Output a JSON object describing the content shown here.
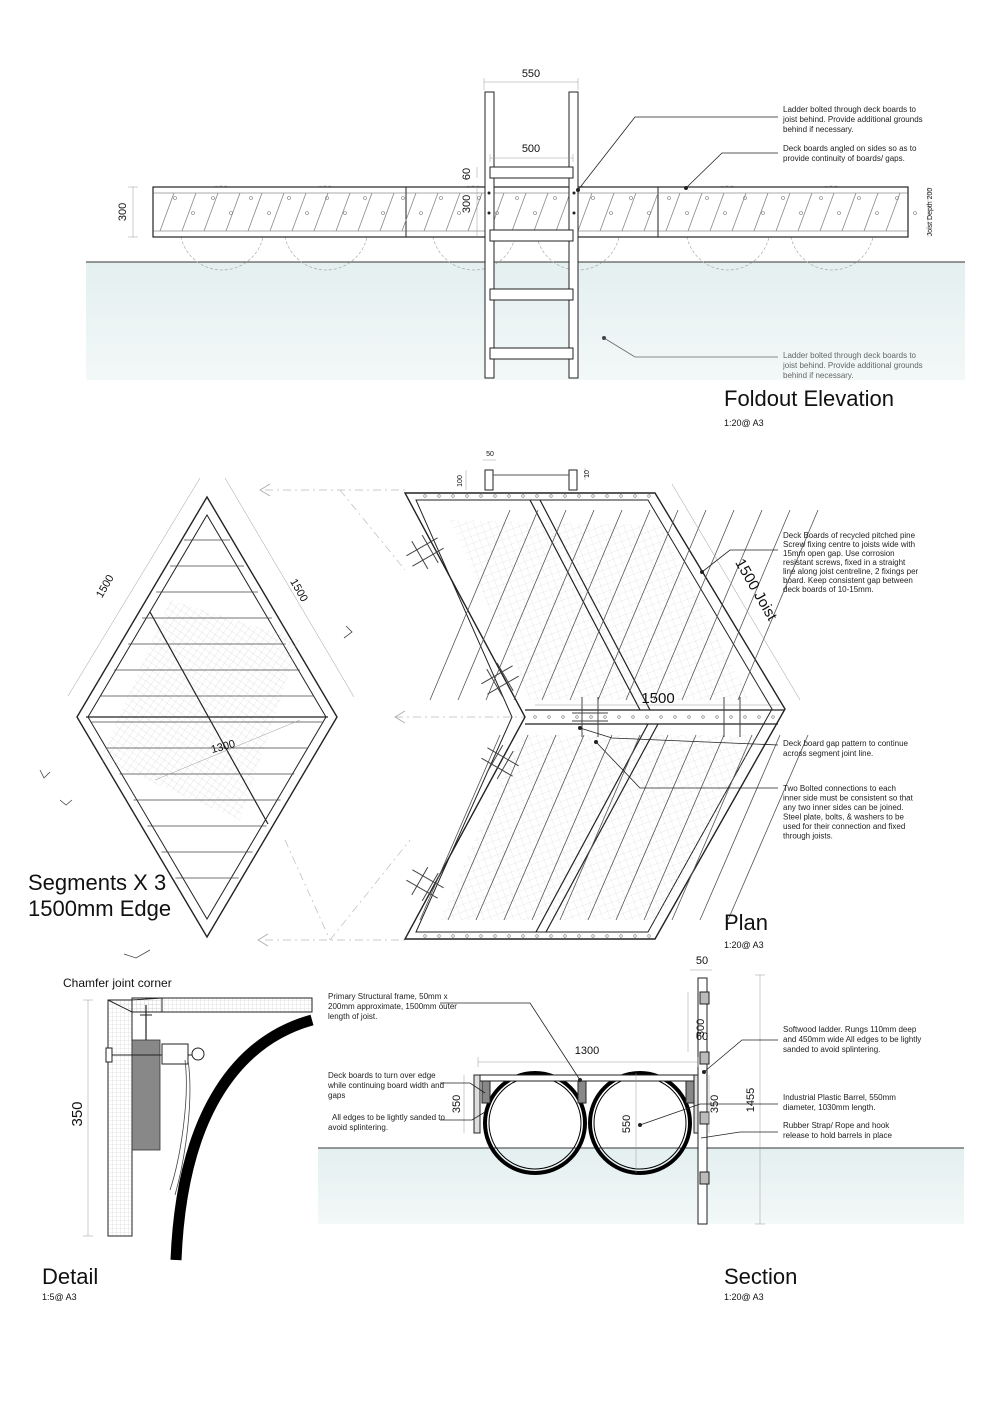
{
  "elevation": {
    "title": "Foldout Elevation",
    "scale": "1:20@ A3",
    "dims": {
      "ladder_outer": "550",
      "ladder_inner": "500",
      "rung_gap": "60",
      "deck_depth_left": "300",
      "deck_depth_ladder": "300",
      "joist_depth": "Joist Depth 200"
    },
    "notes": {
      "ladder_bolted": [
        "Ladder bolted through deck boards to",
        "joist behind. Provide additional grounds",
        "behind if necessary."
      ],
      "deck_angled": [
        "Deck boards angled on sides so as to",
        "provide continuity of boards/ gaps."
      ],
      "ladder_water": [
        "Ladder bolted through deck boards to",
        "joist behind. Provide additional grounds",
        "behind if necessary."
      ]
    }
  },
  "segments": {
    "title_line1": "Segments X 3",
    "title_line2": "1500mm Edge",
    "dims": {
      "edge_a": "1500",
      "edge_b": "1500",
      "diagonal": "1300"
    }
  },
  "plan": {
    "title": "Plan",
    "scale": "1:20@ A3",
    "dims": {
      "board_w": "50",
      "board_h": "100",
      "board_t": "10",
      "joist": "1500 Joist",
      "edge": "1500"
    },
    "notes": {
      "deck_boards": [
        "Deck Boards of recycled pitched pine",
        "Screw fixing centre to joists wide with",
        "15mm open gap. Use corrosion",
        "resistant screws, fixed in a straight",
        "line along joist centreline, 2 fixings per",
        "board. Keep consistent gap between",
        "deck boards of 10-15mm."
      ],
      "gap_pattern": [
        "Deck board gap pattern to continue",
        "across segment joint line."
      ],
      "bolted": [
        "Two Bolted connections to each",
        "inner side must be consistent so that",
        "any two inner sides can be joined.",
        "Steel plate, bolts, & washers to be",
        "used for their connection and fixed",
        "through joists."
      ]
    }
  },
  "detail": {
    "title": "Detail",
    "scale": "1:5@ A3",
    "corner_label": "Chamfer joint corner",
    "dims": {
      "height": "350"
    }
  },
  "section": {
    "title": "Section",
    "scale": "1:20@ A3",
    "dims": {
      "ladder_w": "50",
      "ladder_top": "300",
      "rung": "60",
      "span": "1300",
      "frame": "350",
      "barrel": "550",
      "frame_right": "350",
      "ladder_total": "1455"
    },
    "notes": {
      "frame": [
        "Primary Structural frame, 50mm x",
        "200mm approximate, 1500mm outer",
        "length of joist."
      ],
      "turn_over": [
        "Deck boards to turn over edge",
        "while continuing board width and",
        "gaps"
      ],
      "sanded": [
        "All edges to be lightly sanded to",
        "avoid splintering."
      ],
      "ladder": [
        "Softwood ladder. Rungs 110mm deep",
        "and 450mm wide  All edges to be lightly",
        "sanded to avoid splintering."
      ],
      "barrel": [
        "Industrial Plastic Barrel, 550mm",
        "diameter, 1030mm length."
      ],
      "strap": [
        "Rubber Strap/ Rope and hook",
        "release to hold barrels in place"
      ]
    }
  }
}
